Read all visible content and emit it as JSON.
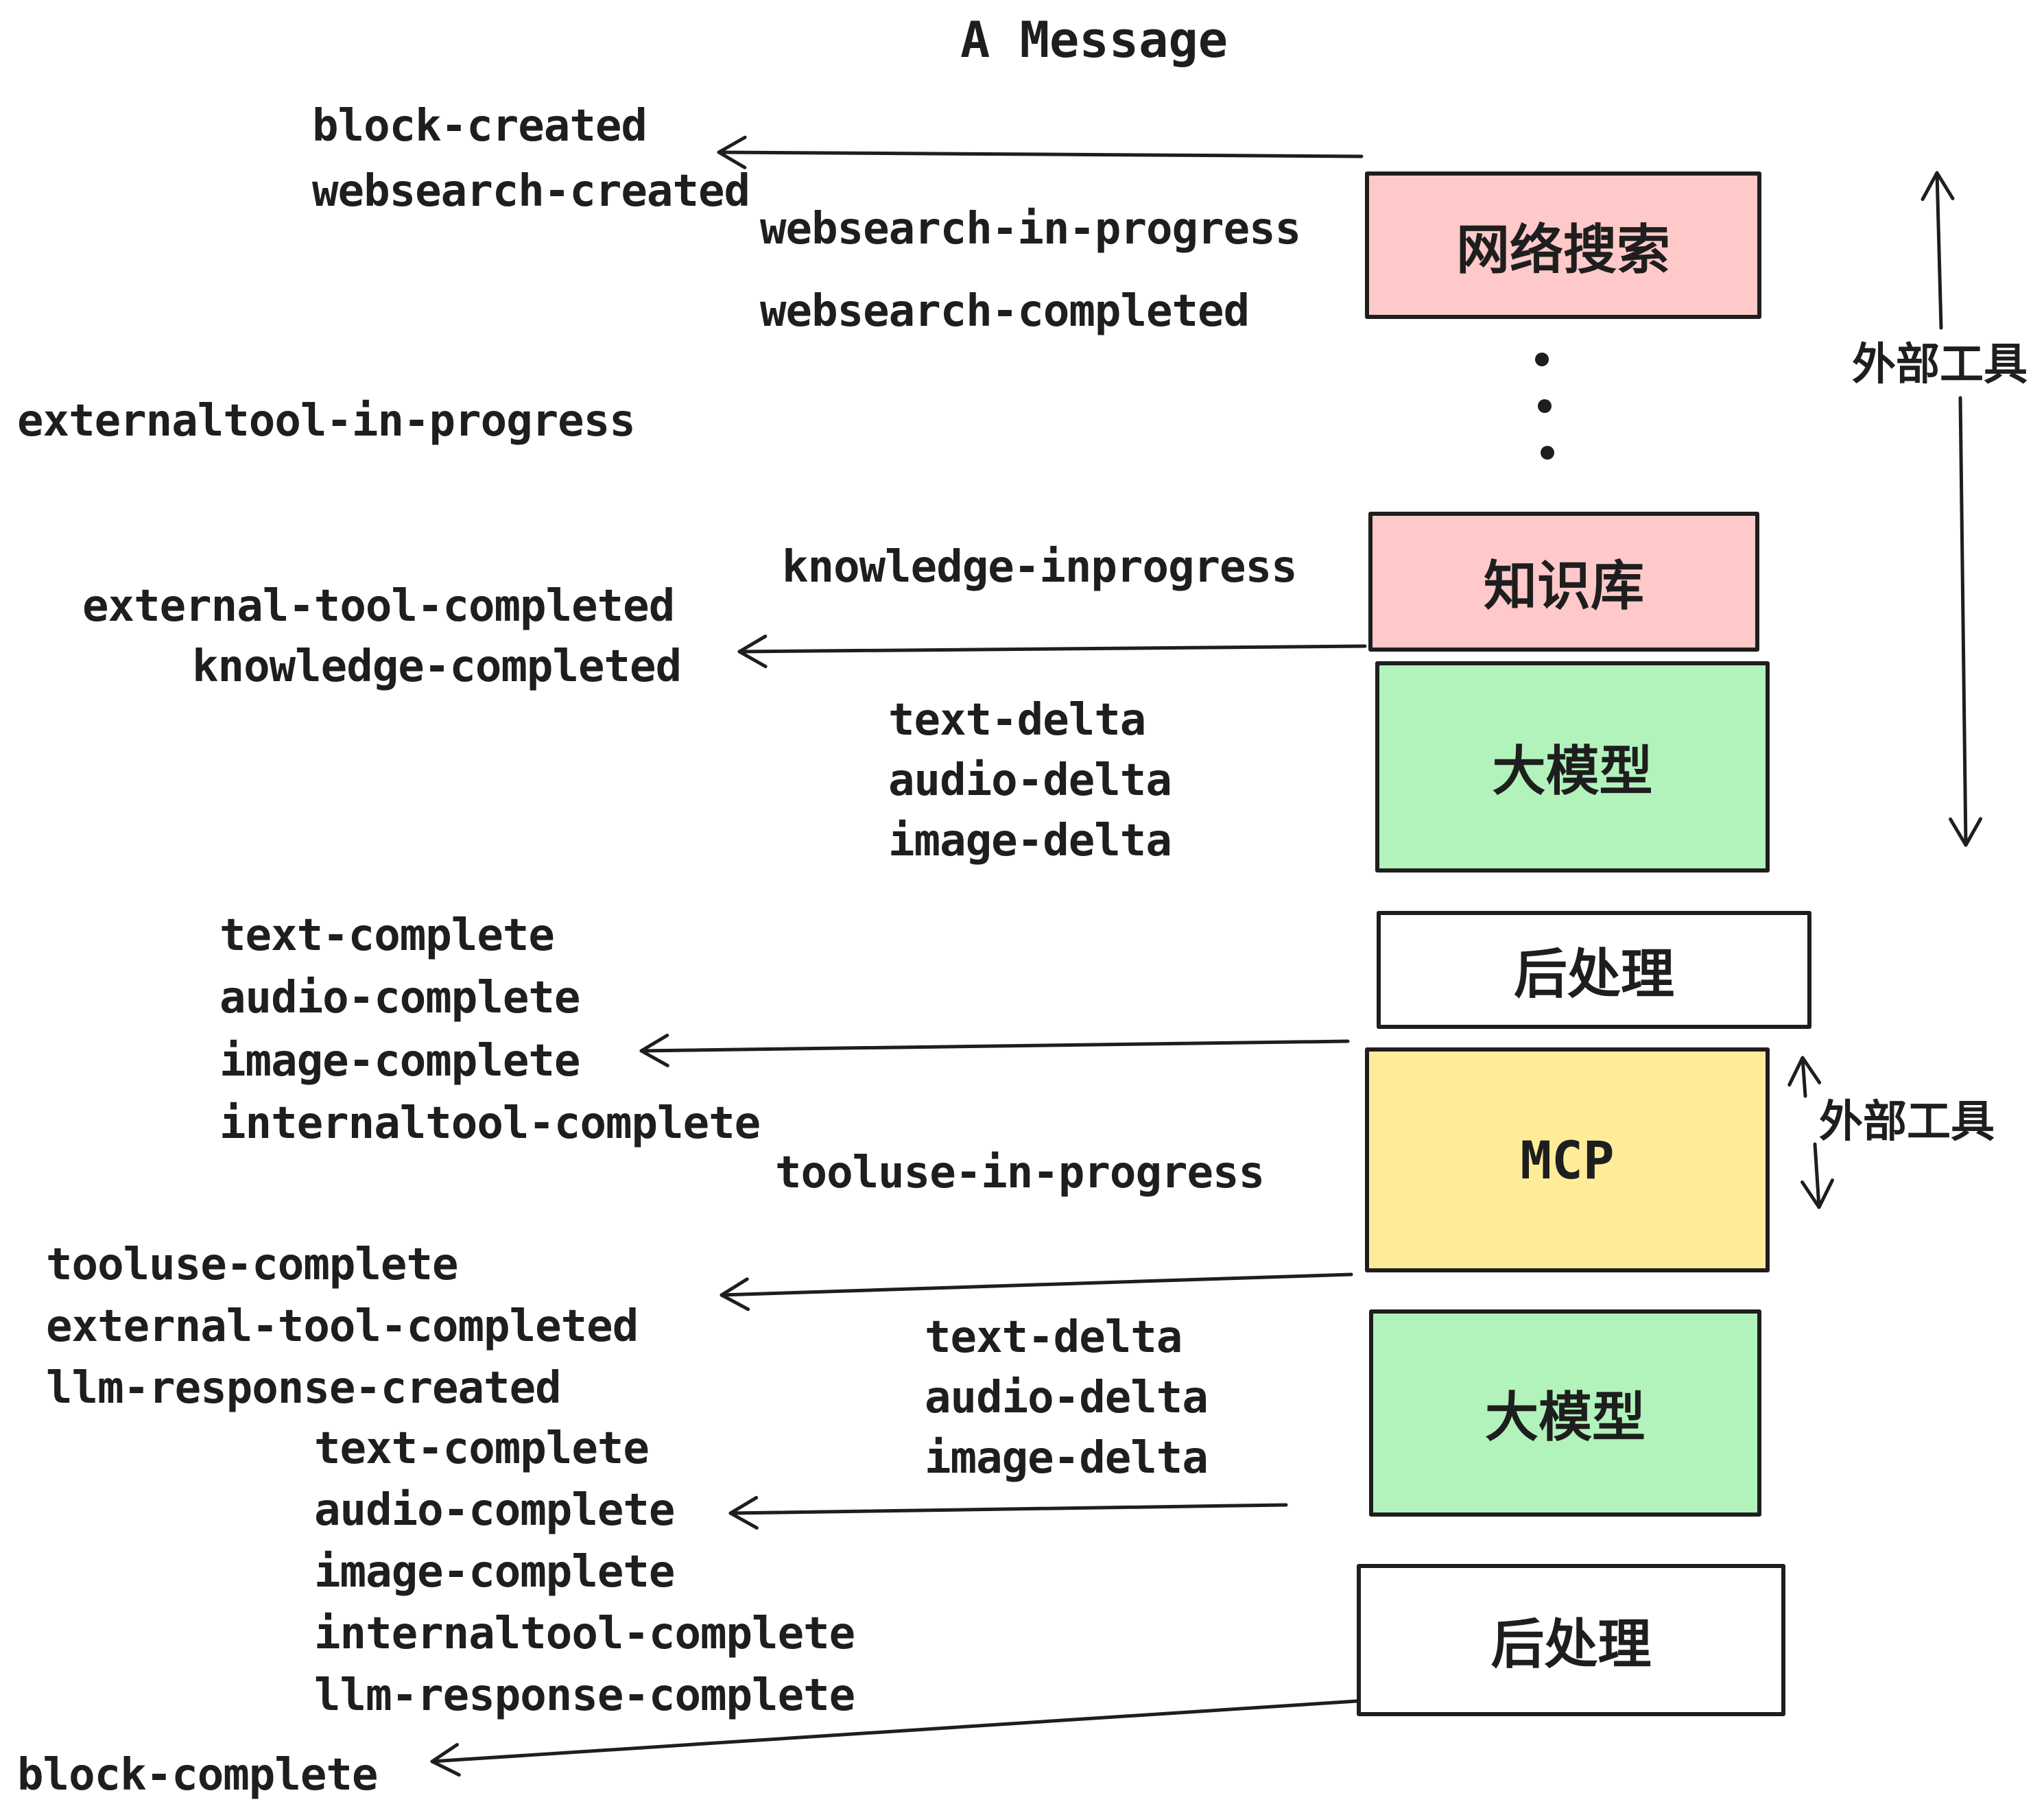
{
  "title": "A Message",
  "colors": {
    "stroke": "#1e1e1e",
    "background": "#ffffff",
    "external_tool_box": "#ffc9c9",
    "llm_box": "#b2f2bb",
    "mcp_box": "#ffec99",
    "post_process_box": "#ffffff"
  },
  "boxes": [
    {
      "id": "websearch",
      "label": "网络搜索",
      "color": "#ffc9c9"
    },
    {
      "id": "knowledge",
      "label": "知识库",
      "color": "#ffc9c9"
    },
    {
      "id": "llm-1",
      "label": "大模型",
      "color": "#b2f2bb"
    },
    {
      "id": "post-process-1",
      "label": "后处理",
      "color": "#ffffff"
    },
    {
      "id": "mcp",
      "label": "MCP",
      "color": "#ffec99"
    },
    {
      "id": "llm-2",
      "label": "大模型",
      "color": "#b2f2bb"
    },
    {
      "id": "post-process-2",
      "label": "后处理",
      "color": "#ffffff"
    }
  ],
  "side_labels": {
    "external_tools_top": "外部工具",
    "external_tools_mid": "外部工具"
  },
  "events": {
    "block_created": "block-created",
    "websearch_created": "websearch-created",
    "websearch_in_progress": "websearch-in-progress",
    "websearch_completed": "websearch-completed",
    "externaltool_in_progress": "externaltool-in-progress",
    "knowledge_inprogress": "knowledge-inprogress",
    "external_tool_completed_1": "external-tool-completed",
    "knowledge_completed": "knowledge-completed",
    "text_delta_1": "text-delta",
    "audio_delta_1": "audio-delta",
    "image_delta_1": "image-delta",
    "text_complete_1": "text-complete",
    "audio_complete_1": "audio-complete",
    "image_complete_1": "image-complete",
    "internaltool_complete_1": "internaltool-complete",
    "tooluse_in_progress": "tooluse-in-progress",
    "tooluse_complete": "tooluse-complete",
    "external_tool_completed_2": "external-tool-completed",
    "llm_response_created": "llm-response-created",
    "text_delta_2": "text-delta",
    "audio_delta_2": "audio-delta",
    "image_delta_2": "image-delta",
    "text_complete_2": "text-complete",
    "audio_complete_2": "audio-complete",
    "image_complete_2": "image-complete",
    "internaltool_complete_2": "internaltool-complete",
    "llm_response_complete": "llm-response-complete",
    "block_complete": "block-complete"
  }
}
